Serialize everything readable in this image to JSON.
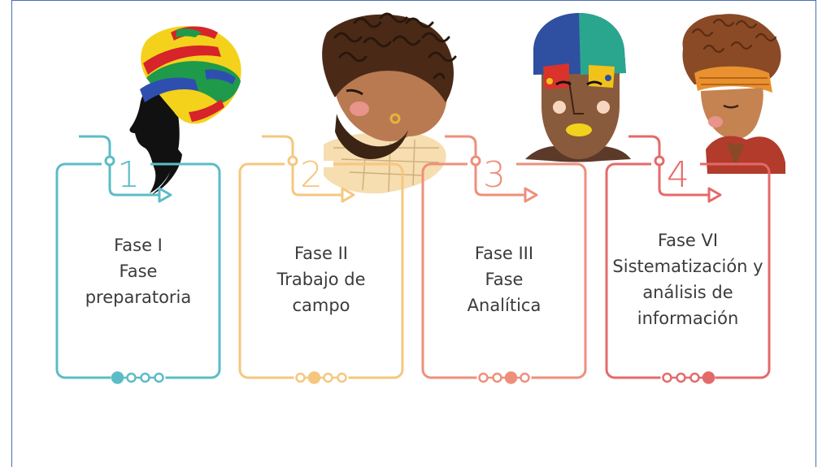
{
  "colors": {
    "frame_border": "#4a6fb7",
    "phase1": "#5bbcc6",
    "phase2": "#f5c77e",
    "phase3": "#ee8f7b",
    "phase4": "#e46a6a",
    "text": "#3b3b3b"
  },
  "phases": [
    {
      "number": "1",
      "lines": [
        "Fase I",
        "Fase",
        "preparatoria"
      ],
      "illustration": "woman-headwrap-silhouette",
      "active_dot": 1
    },
    {
      "number": "2",
      "lines": [
        "Fase II",
        "Trabajo de",
        "campo"
      ],
      "illustration": "man-curly-hair-beard",
      "active_dot": 2
    },
    {
      "number": "3",
      "lines": [
        "Fase III",
        "Fase",
        "Analítica"
      ],
      "illustration": "face-paint-portrait",
      "active_dot": 3
    },
    {
      "number": "4",
      "lines": [
        "Fase VI",
        "Sistematización y",
        "análisis de",
        "información"
      ],
      "illustration": "woman-afro-headband",
      "active_dot": 4
    }
  ]
}
